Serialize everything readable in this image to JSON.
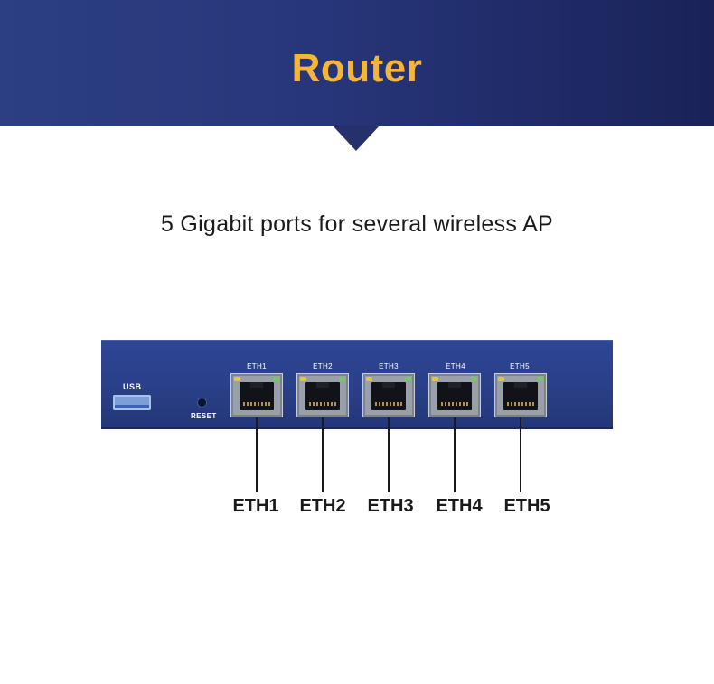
{
  "header": {
    "title": "Router",
    "background_color": "#27367a",
    "title_color": "#f4b53a"
  },
  "subtitle": "5 Gigabit ports for several wireless AP",
  "device_panel": {
    "usb_label": "USB",
    "reset_label": "RESET",
    "ports": [
      {
        "panel_label": "ETH1",
        "callout_label": "ETH1"
      },
      {
        "panel_label": "ETH2",
        "callout_label": "ETH2"
      },
      {
        "panel_label": "ETH3",
        "callout_label": "ETH3"
      },
      {
        "panel_label": "ETH4",
        "callout_label": "ETH4"
      },
      {
        "panel_label": "ETH5",
        "callout_label": "ETH5"
      }
    ]
  }
}
